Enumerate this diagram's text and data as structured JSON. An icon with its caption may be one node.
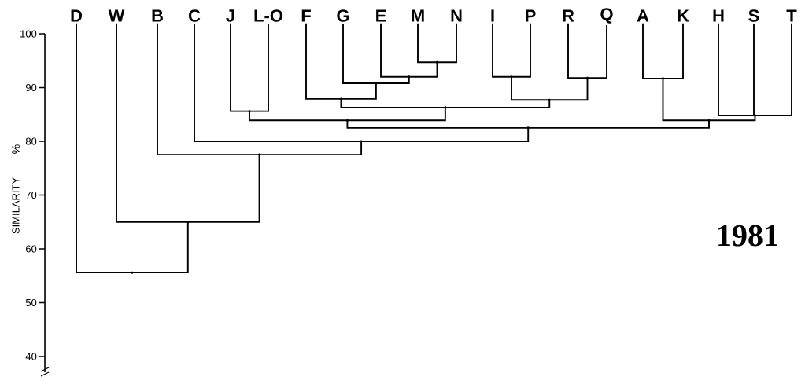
{
  "diagram": {
    "nodes": [
      {
        "text": [
          "D"
        ]
      },
      {
        "text": [
          "W"
        ]
      },
      {
        "text": [
          "B"
        ]
      },
      {
        "text": [
          "C"
        ]
      },
      {
        "text": [
          "J"
        ]
      },
      {
        "text": [
          "L-O"
        ]
      },
      {
        "text": [
          "F"
        ]
      },
      {
        "text": [
          "G"
        ]
      },
      {
        "text": [
          "E"
        ]
      },
      {
        "text": [
          "M"
        ]
      },
      {
        "text": [
          "N"
        ]
      },
      {
        "text": [
          "I"
        ]
      },
      {
        "text": [
          "P"
        ]
      },
      {
        "text": [
          "R"
        ]
      },
      {
        "text": [
          "Q"
        ]
      },
      {
        "text": [
          "A"
        ]
      },
      {
        "text": [
          "K"
        ]
      },
      {
        "text": [
          "H"
        ]
      },
      {
        "text": [
          "S"
        ]
      },
      {
        "text": [
          "T"
        ]
      },
      {
        "text": [],
        "shape": "point"
      },
      {
        "text": [],
        "shape": "point"
      },
      {
        "text": [],
        "shape": "point"
      },
      {
        "text": [],
        "shape": "point"
      },
      {
        "text": [],
        "shape": "point"
      },
      {
        "text": [],
        "shape": "point"
      },
      {
        "text": [],
        "shape": "point"
      },
      {
        "text": [],
        "shape": "point"
      },
      {
        "text": [],
        "shape": "point"
      },
      {
        "text": [],
        "shape": "point"
      },
      {
        "text": [],
        "shape": "point"
      },
      {
        "text": [],
        "shape": "point"
      },
      {
        "text": [],
        "shape": "point"
      },
      {
        "text": [],
        "shape": "point"
      },
      {
        "text": [],
        "shape": "point"
      },
      {
        "text": [],
        "shape": "point"
      },
      {
        "text": [],
        "shape": "point"
      },
      {
        "text": [],
        "shape": "point"
      }
    ],
    "edges": [
      {
        "from": 9,
        "to": 20,
        "arrow": "none"
      },
      {
        "from": 10,
        "to": 20,
        "arrow": "none"
      },
      {
        "from": 8,
        "to": 21,
        "arrow": "none"
      },
      {
        "from": 20,
        "to": 21,
        "arrow": "none"
      },
      {
        "from": 7,
        "to": 22,
        "arrow": "none"
      },
      {
        "from": 21,
        "to": 22,
        "arrow": "none"
      },
      {
        "from": 6,
        "to": 23,
        "arrow": "none"
      },
      {
        "from": 22,
        "to": 23,
        "arrow": "none"
      },
      {
        "from": 11,
        "to": 24,
        "arrow": "none"
      },
      {
        "from": 12,
        "to": 24,
        "arrow": "none"
      },
      {
        "from": 13,
        "to": 25,
        "arrow": "none"
      },
      {
        "from": 14,
        "to": 25,
        "arrow": "none"
      },
      {
        "from": 24,
        "to": 26,
        "arrow": "none"
      },
      {
        "from": 25,
        "to": 26,
        "arrow": "none"
      },
      {
        "from": 23,
        "to": 27,
        "arrow": "none"
      },
      {
        "from": 26,
        "to": 27,
        "arrow": "none"
      },
      {
        "from": 4,
        "to": 28,
        "arrow": "none"
      },
      {
        "from": 5,
        "to": 28,
        "arrow": "none"
      },
      {
        "from": 28,
        "to": 29,
        "arrow": "none"
      },
      {
        "from": 27,
        "to": 29,
        "arrow": "none"
      },
      {
        "from": 15,
        "to": 30,
        "arrow": "none"
      },
      {
        "from": 16,
        "to": 30,
        "arrow": "none"
      },
      {
        "from": 17,
        "to": 31,
        "arrow": "none"
      },
      {
        "from": 18,
        "to": 31,
        "arrow": "none"
      },
      {
        "from": 19,
        "to": 31,
        "arrow": "none"
      },
      {
        "from": 30,
        "to": 32,
        "arrow": "none"
      },
      {
        "from": 31,
        "to": 32,
        "arrow": "none"
      },
      {
        "from": 29,
        "to": 33,
        "arrow": "none"
      },
      {
        "from": 32,
        "to": 33,
        "arrow": "none"
      },
      {
        "from": 3,
        "to": 34,
        "arrow": "none"
      },
      {
        "from": 33,
        "to": 34,
        "arrow": "none"
      },
      {
        "from": 2,
        "to": 35,
        "arrow": "none"
      },
      {
        "from": 34,
        "to": 35,
        "arrow": "none"
      },
      {
        "from": 1,
        "to": 36,
        "arrow": "none"
      },
      {
        "from": 35,
        "to": 36,
        "arrow": "none"
      },
      {
        "from": 0,
        "to": 37,
        "arrow": "none"
      },
      {
        "from": 36,
        "to": 37,
        "arrow": "none"
      }
    ],
    "labels": [
      "100",
      "90",
      "80",
      "70",
      "60",
      "50",
      "40",
      "%",
      "SIMILARITY",
      "1981"
    ]
  }
}
